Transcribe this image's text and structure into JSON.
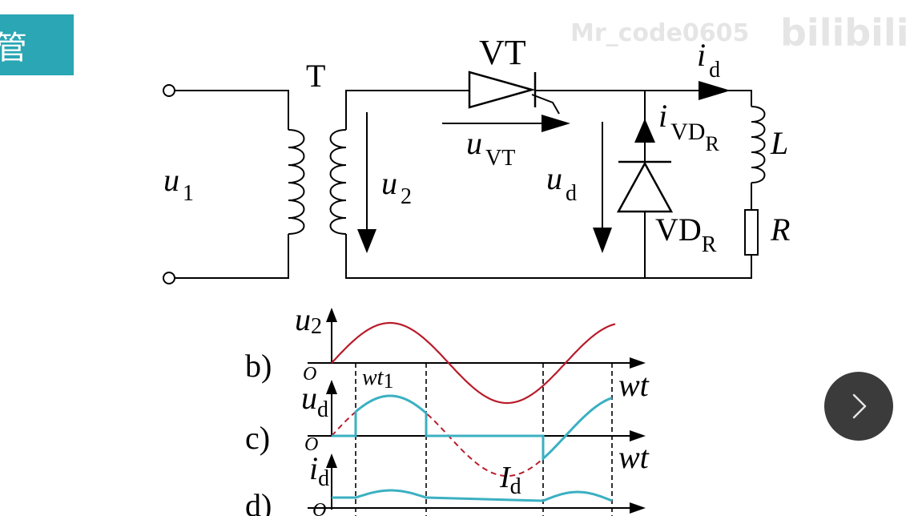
{
  "tab": {
    "label": "管"
  },
  "watermark": {
    "user": "Mr_code0605",
    "logo": "bilibili"
  },
  "circuit": {
    "transformer": "T",
    "thyristor": "VT",
    "input_voltage": {
      "main": "u",
      "sub": "1"
    },
    "secondary_voltage": {
      "main": "u",
      "sub": "2"
    },
    "thyristor_voltage": {
      "main": "u",
      "sub": "VT"
    },
    "output_voltage": {
      "main": "u",
      "sub": "d"
    },
    "output_current": {
      "main": "i",
      "sub": "d"
    },
    "diode_current": {
      "main": "i",
      "sub": "VD",
      "subsub": "R"
    },
    "diode": {
      "main": "VD",
      "sub": "R"
    },
    "inductor": "L",
    "resistor": "R"
  },
  "waveforms": {
    "b": {
      "tag": "b)",
      "y_axis": {
        "main": "u",
        "sub": "2"
      },
      "x_axis": "wt",
      "origin": "O",
      "marker": {
        "main": "wt",
        "sub": "1"
      }
    },
    "c": {
      "tag": "c)",
      "y_axis": {
        "main": "u",
        "sub": "d"
      },
      "x_axis": "wt",
      "origin": "O"
    },
    "d": {
      "tag": "d)",
      "y_axis": {
        "main": "i",
        "sub": "d"
      },
      "origin": "O",
      "curve_label": {
        "main": "I",
        "sub": "d"
      }
    },
    "colors": {
      "u2": "#b81c2a",
      "ud": "#3bb0c2",
      "id": "#3bb0c2",
      "axis": "#000000"
    }
  },
  "nav": {
    "next_icon": "chevron-right-icon"
  }
}
